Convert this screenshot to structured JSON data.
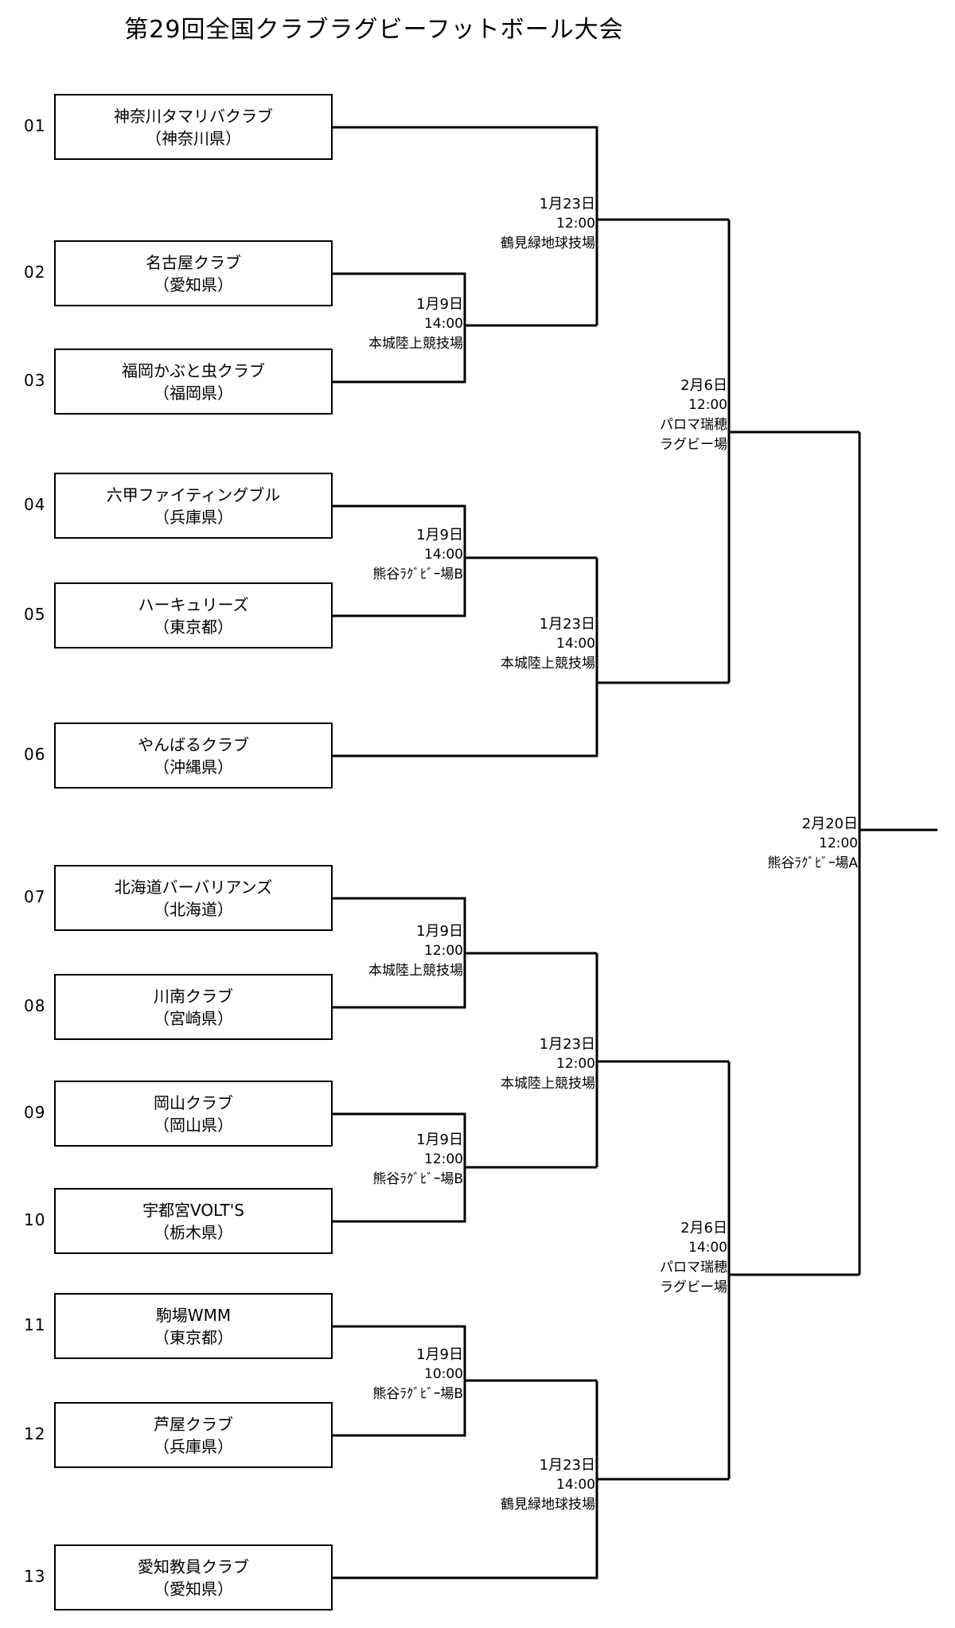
{
  "title": "第29回全国クラブラグビーフットボール大会",
  "teams": [
    {
      "seed": "01",
      "name": "神奈川タマリバクラブ",
      "pref": "（神奈川県）"
    },
    {
      "seed": "02",
      "name": "名古屋クラブ",
      "pref": "（愛知県）"
    },
    {
      "seed": "03",
      "name": "福岡かぶと虫クラブ",
      "pref": "（福岡県）"
    },
    {
      "seed": "04",
      "name": "六甲ファイティングブル",
      "pref": "（兵庫県）"
    },
    {
      "seed": "05",
      "name": "ハーキュリーズ",
      "pref": "（東京都）"
    },
    {
      "seed": "06",
      "name": "やんばるクラブ",
      "pref": "（沖縄県）"
    },
    {
      "seed": "07",
      "name": "北海道バーバリアンズ",
      "pref": "（北海道）"
    },
    {
      "seed": "08",
      "name": "川南クラブ",
      "pref": "（宮崎県）"
    },
    {
      "seed": "09",
      "name": "岡山クラブ",
      "pref": "（岡山県）"
    },
    {
      "seed": "10",
      "name": "宇都宮VOLT'S",
      "pref": "（栃木県）"
    },
    {
      "seed": "11",
      "name": "駒場WMM",
      "pref": "（東京都）"
    },
    {
      "seed": "12",
      "name": "芦屋クラブ",
      "pref": "（兵庫県）"
    },
    {
      "seed": "13",
      "name": "愛知教員クラブ",
      "pref": "（愛知県）"
    }
  ],
  "matches": [
    {
      "date": "1月9日",
      "time": "14:00",
      "venue": [
        "本城陸上競技場"
      ]
    },
    {
      "date": "1月23日",
      "time": "12:00",
      "venue": [
        "鶴見緑地球技場"
      ]
    },
    {
      "date": "1月9日",
      "time": "14:00",
      "venue": [
        "熊谷ﾗｸﾞﾋﾞｰ場B"
      ]
    },
    {
      "date": "1月23日",
      "time": "14:00",
      "venue": [
        "本城陸上競技場"
      ]
    },
    {
      "date": "2月6日",
      "time": "12:00",
      "venue": [
        "パロマ瑞穂",
        "ラグビー場"
      ]
    },
    {
      "date": "1月9日",
      "time": "12:00",
      "venue": [
        "本城陸上競技場"
      ]
    },
    {
      "date": "1月9日",
      "time": "12:00",
      "venue": [
        "熊谷ﾗｸﾞﾋﾞｰ場B"
      ]
    },
    {
      "date": "1月23日",
      "time": "12:00",
      "venue": [
        "本城陸上競技場"
      ]
    },
    {
      "date": "1月9日",
      "time": "10:00",
      "venue": [
        "熊谷ﾗｸﾞﾋﾞｰ場B"
      ]
    },
    {
      "date": "1月23日",
      "time": "14:00",
      "venue": [
        "鶴見緑地球技場"
      ]
    },
    {
      "date": "2月6日",
      "time": "14:00",
      "venue": [
        "パロマ瑞穂",
        "ラグビー場"
      ]
    },
    {
      "date": "2月20日",
      "time": "12:00",
      "venue": [
        "熊谷ﾗｸﾞﾋﾞｰ場A"
      ]
    }
  ]
}
